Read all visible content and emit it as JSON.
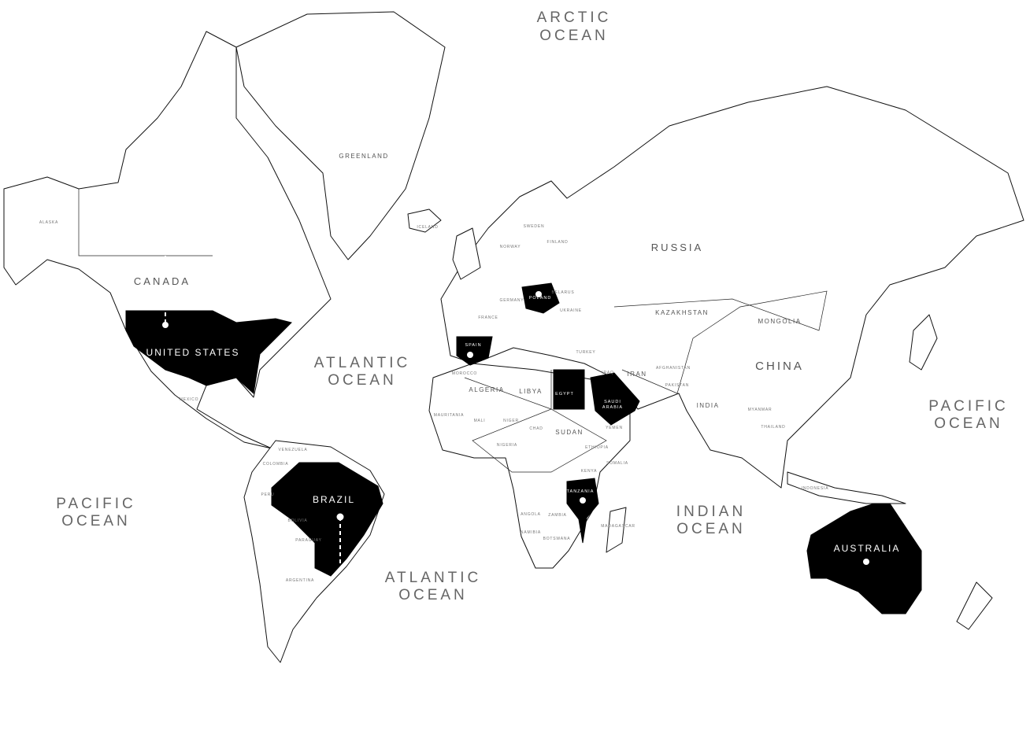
{
  "oceans": {
    "arctic": [
      "ARCTIC",
      "OCEAN"
    ],
    "atlantic_north": [
      "ATLANTIC",
      "OCEAN"
    ],
    "atlantic_south": [
      "ATLANTIC",
      "OCEAN"
    ],
    "pacific_west": [
      "PACIFIC",
      "OCEAN"
    ],
    "pacific_east": [
      "PACIFIC",
      "OCEAN"
    ],
    "indian": [
      "INDIAN",
      "OCEAN"
    ]
  },
  "highlighted_countries": {
    "united_states": "UNITED STATES",
    "brazil": "BRAZIL",
    "spain": "SPAIN",
    "poland": "POLAND",
    "egypt": "EGYPT",
    "saudi_arabia": [
      "SAUDI",
      "ARABIA"
    ],
    "tanzania": "TANZANIA",
    "australia": "AUSTRALIA"
  },
  "country_labels": {
    "greenland": "GREENLAND",
    "alaska": "ALASKA",
    "canada": "CANADA",
    "russia": "RUSSIA",
    "china": "CHINA",
    "kazakhstan": "KAZAKHSTAN",
    "mongolia": "MONGOLIA",
    "iran": "IRAN",
    "india": "INDIA",
    "iraq": "IRAQ",
    "turkey": "TURKEY",
    "ukraine": "UKRAINE",
    "belarus": "BELARUS",
    "france": "FRANCE",
    "germany": "GERMANY",
    "sweden": "SWEDEN",
    "finland": "FINLAND",
    "norway": "NORWAY",
    "iceland": "ICELAND",
    "algeria": "ALGERIA",
    "libya": "LIBYA",
    "mali": "MALI",
    "niger": "NIGER",
    "chad": "CHAD",
    "sudan": "SUDAN",
    "nigeria": "NIGERIA",
    "ethiopia": "ETHIOPIA",
    "kenya": "KENYA",
    "somalia": "SOMALIA",
    "angola": "ANGOLA",
    "zambia": "ZAMBIA",
    "namibia": "NAMIBIA",
    "botswana": "BOTSWANA",
    "madagascar": "MADAGASCAR",
    "mauritania": "MAURITANIA",
    "morocco": "MOROCCO",
    "yemen": "YEMEN",
    "afghanistan": "AFGHANISTAN",
    "pakistan": "PAKISTAN",
    "myanmar": "MYANMAR",
    "thailand": "THAILAND",
    "indonesia": "INDONESIA",
    "mexico": "MEXICO",
    "venezuela": "VENEZUELA",
    "colombia": "COLOMBIA",
    "peru": "PERU",
    "bolivia": "BOLIVIA",
    "argentina": "ARGENTINA",
    "paraguay": "PARAGUAY"
  },
  "colors": {
    "land": "#ffffff",
    "highlight": "#000000",
    "ocean_text": "#666666"
  }
}
